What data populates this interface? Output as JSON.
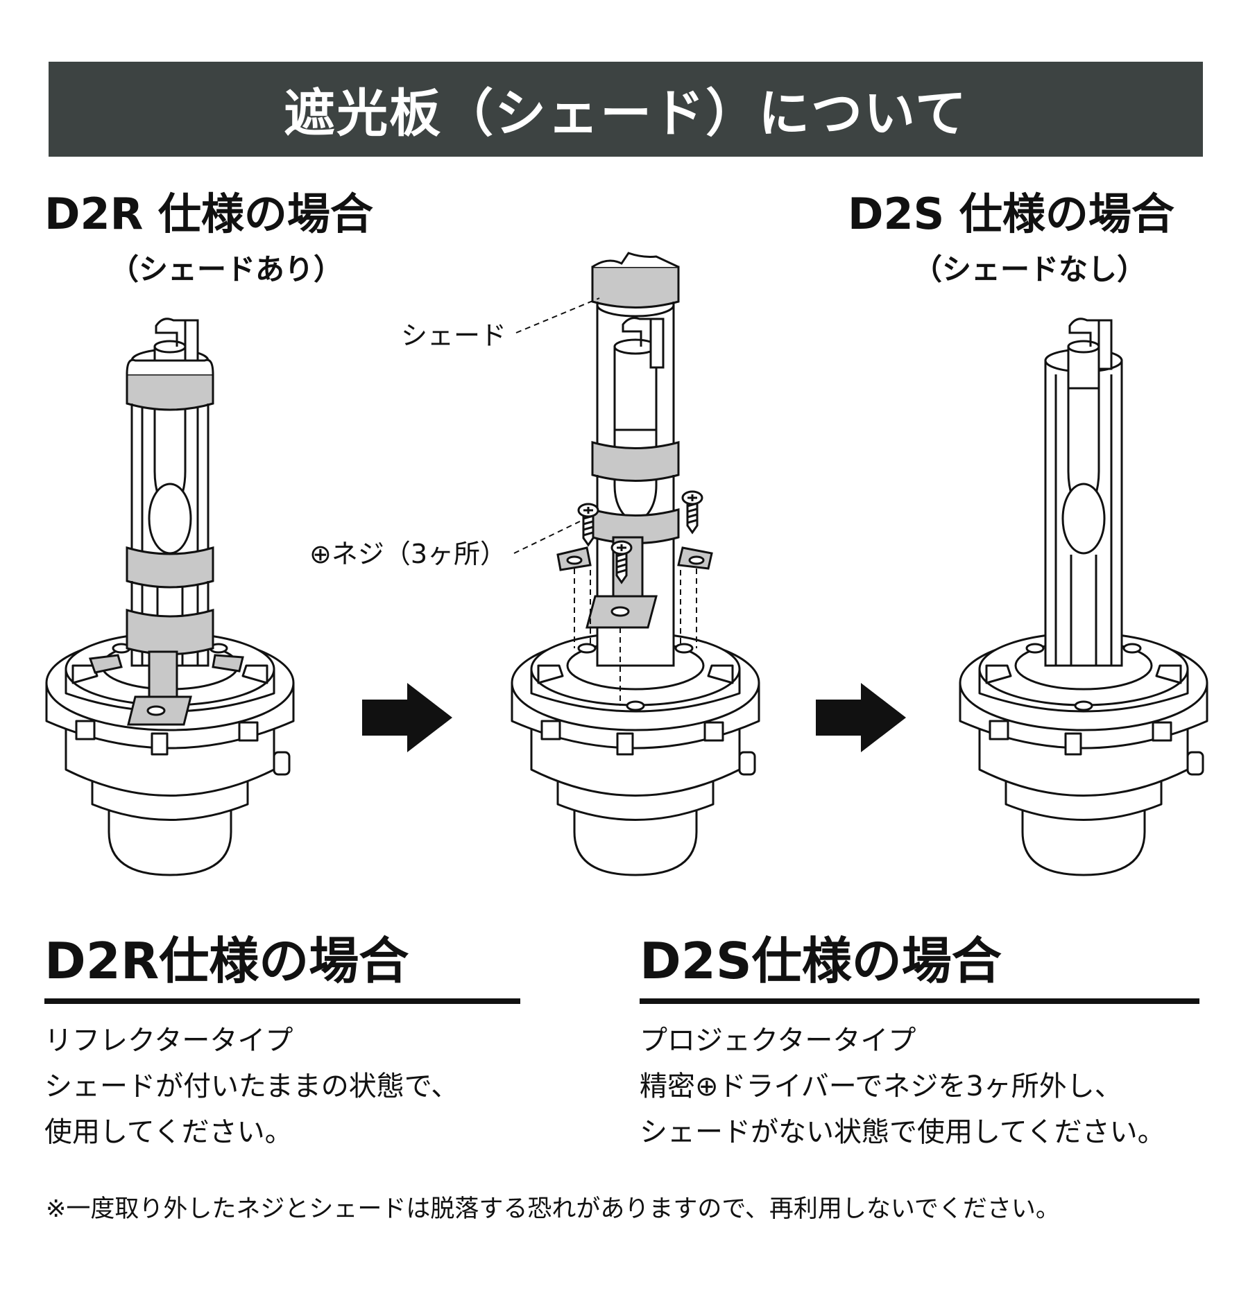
{
  "banner": {
    "title": "遮光板（シェード）について"
  },
  "left_panel": {
    "heading": "D2R 仕様の場合",
    "subheading": "（シェードあり）"
  },
  "right_panel": {
    "heading": "D2S 仕様の場合",
    "subheading": "（シェードなし）"
  },
  "callouts": {
    "shade": "シェード",
    "screws": "⊕ネジ（3ヶ所）"
  },
  "sections": [
    {
      "title": "D2R仕様の場合",
      "lines": [
        "リフレクタータイプ",
        "シェードが付いたままの状態で、",
        "使用してください。"
      ]
    },
    {
      "title": "D2S仕様の場合",
      "lines": [
        "プロジェクタータイプ",
        "精密⊕ドライバーでネジを3ヶ所外し、",
        "シェードがない状態で使用してください。"
      ]
    }
  ],
  "footnote": "※一度取り外したネジとシェードは脱落する恐れがありますので、再利用しないでください。",
  "colors": {
    "banner_bg": "#3d4342",
    "shade_gray": "#c8c8c8",
    "line": "#111111"
  },
  "icons": [
    "arrow-right-icon",
    "phillips-screw-icon",
    "hid-bulb-icon"
  ]
}
